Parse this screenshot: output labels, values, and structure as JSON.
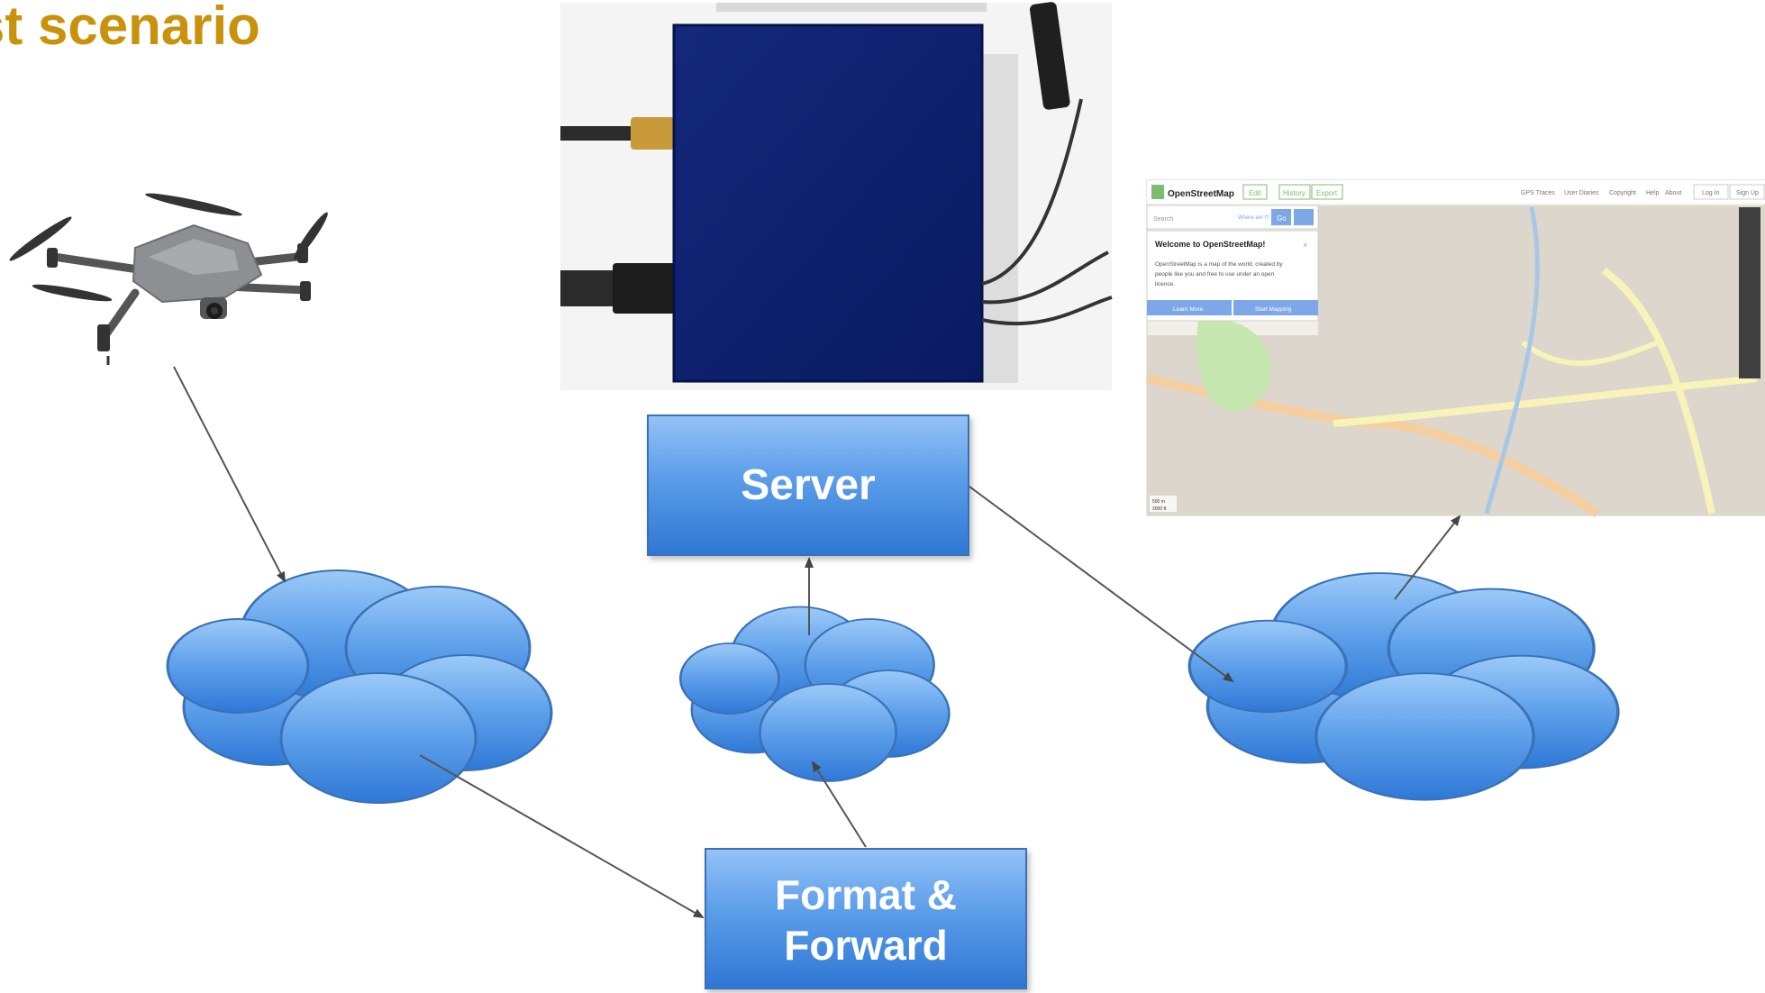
{
  "title": "st scenario",
  "server_label": "Server",
  "forward_label_line1": "Format &",
  "forward_label_line2": "Forward",
  "colors": {
    "title": "#c9920c",
    "box_border": "#3a72b7",
    "cloud": "#5b9de9",
    "device_body": "#0e1f6e",
    "osm_panel": "#7ea7e8"
  },
  "osm": {
    "brand": "OpenStreetMap",
    "nav_edit": "Edit",
    "nav_history": "History",
    "nav_export": "Export",
    "nav_right": [
      "GPS Traces",
      "User Diaries",
      "Copyright",
      "Help",
      "About"
    ],
    "login": "Log In",
    "signup": "Sign Up",
    "search_placeholder": "Search",
    "where_am_i": "Where am I?",
    "go": "Go",
    "welcome_title": "Welcome to OpenStreetMap!",
    "welcome_text_1": "OpenStreetMap is a map of the world, created by",
    "welcome_text_2": "people like you and free to use under an open",
    "welcome_text_3": "licence.",
    "learn_more": "Learn More",
    "start_mapping": "Start Mapping",
    "scale_m": "500 m",
    "scale_ft": "2000 ft"
  }
}
